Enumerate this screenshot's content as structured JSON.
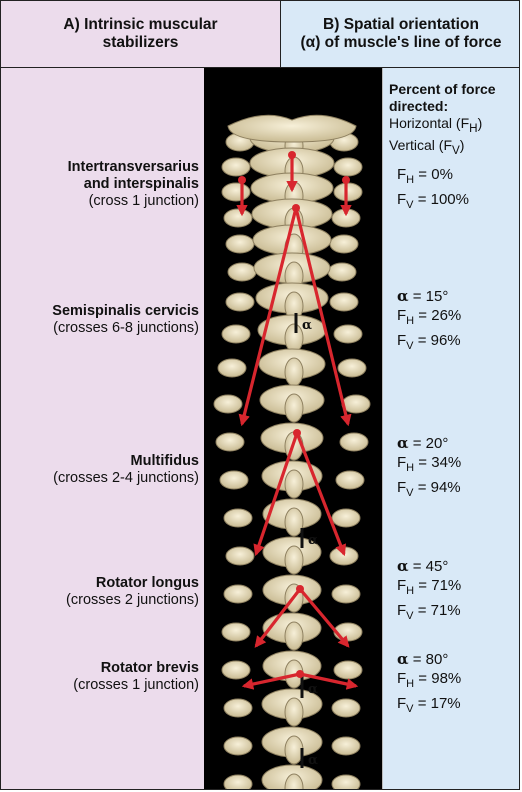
{
  "header": {
    "a_line1": "A) Intrinsic muscular",
    "a_line2": "stabilizers",
    "b_line1": "B) Spatial orientation",
    "b_line2": "(α) of muscle's line of force"
  },
  "percent_head": {
    "title1": "Percent of force",
    "title2": "directed:",
    "horizontal": "Horizontal (F",
    "h_sub": "H",
    "vertical": "Vertical (F",
    "v_sub": "V"
  },
  "muscles": [
    {
      "name1": "Intertransversarius",
      "name2": "and interspinalis",
      "sub": "(cross 1 junction)"
    },
    {
      "name1": "Semispinalis cervicis",
      "sub": "(crosses 6-8 junctions)"
    },
    {
      "name1": "Multifidus",
      "sub": "(crosses 2-4 junctions)"
    },
    {
      "name1": "Rotator longus",
      "sub": "(crosses 2 junctions)"
    },
    {
      "name1": "Rotator brevis",
      "sub": "(crosses 1 junction)"
    }
  ],
  "stats": [
    {
      "alpha": "",
      "fh": "= 0%",
      "fv": "= 100%"
    },
    {
      "alpha": "= 15°",
      "fh": "= 26%",
      "fv": "= 96%"
    },
    {
      "alpha": "= 20°",
      "fh": "= 34%",
      "fv": "= 94%"
    },
    {
      "alpha": "= 45°",
      "fh": "= 71%",
      "fv": "= 71%"
    },
    {
      "alpha": "= 80°",
      "fh": "= 98%",
      "fv": "= 17%"
    }
  ],
  "symbols": {
    "alpha": "α",
    "F": "F",
    "H": "H",
    "V": "V"
  },
  "colors": {
    "arrow": "#d8262e",
    "left_panel": "#ecdcec",
    "right_panel": "#d9e9f7",
    "bone": "#ece3c6"
  }
}
